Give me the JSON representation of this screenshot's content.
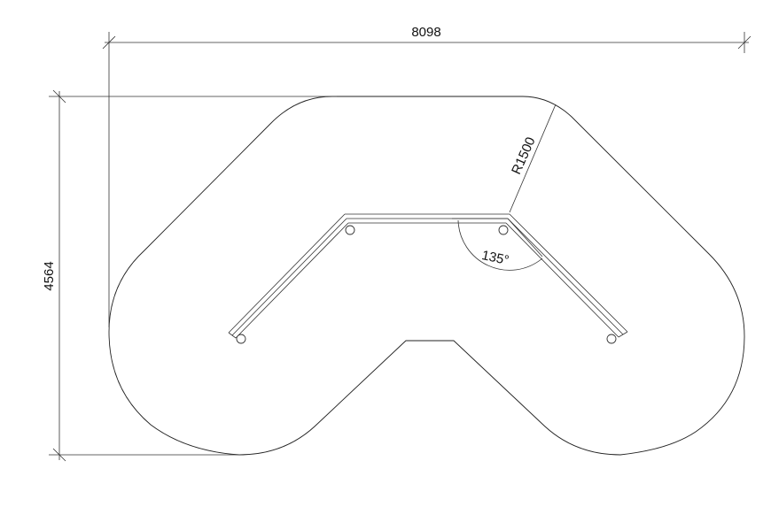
{
  "dimensions": {
    "width_label": "8098",
    "height_label": "4564",
    "radius_label": "R1500",
    "angle_label": "135°"
  }
}
